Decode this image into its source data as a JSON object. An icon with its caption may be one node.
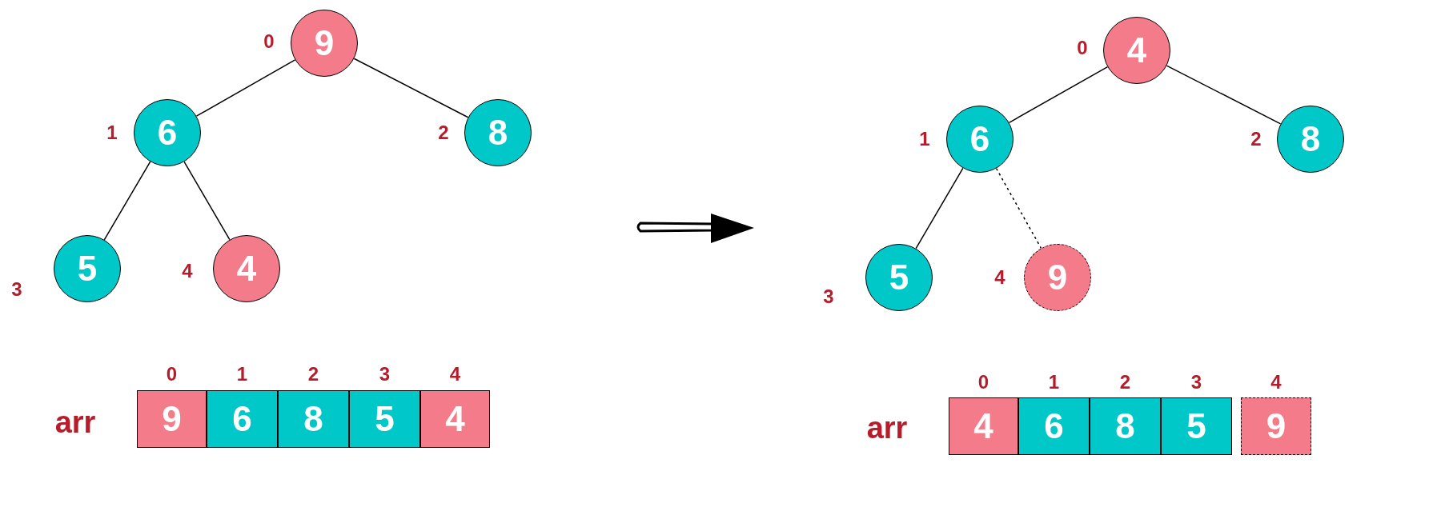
{
  "diagram": {
    "nodes": [
      {
        "text": [
          "9"
        ],
        "beside": [
          "0"
        ]
      },
      {
        "text": [
          "6"
        ],
        "beside": [
          "1"
        ]
      },
      {
        "text": [
          "8"
        ],
        "beside": [
          "2"
        ]
      },
      {
        "text": [
          "5"
        ],
        "beside": [
          "3"
        ]
      },
      {
        "text": [
          "4"
        ],
        "beside": [
          "4"
        ]
      },
      {
        "text": [
          "9"
        ],
        "beside": [
          "0"
        ]
      },
      {
        "text": [
          "6"
        ],
        "beside": [
          "1"
        ]
      },
      {
        "text": [
          "8"
        ],
        "beside": [
          "2"
        ]
      },
      {
        "text": [
          "5"
        ],
        "beside": [
          "3"
        ]
      },
      {
        "text": [
          "4"
        ],
        "beside": [
          "4"
        ]
      },
      {
        "text": [
          "4"
        ],
        "beside": [
          "0"
        ]
      },
      {
        "text": [
          "6"
        ],
        "beside": [
          "1"
        ]
      },
      {
        "text": [
          "8"
        ],
        "beside": [
          "2"
        ]
      },
      {
        "text": [
          "5"
        ],
        "beside": [
          "3"
        ]
      },
      {
        "text": [
          "9"
        ],
        "beside": [
          "4"
        ]
      },
      {
        "text": [
          "4"
        ],
        "beside": [
          "0"
        ]
      },
      {
        "text": [
          "6"
        ],
        "beside": [
          "1"
        ]
      },
      {
        "text": [
          "8"
        ],
        "beside": [
          "2"
        ]
      },
      {
        "text": [
          "5"
        ],
        "beside": [
          "3"
        ]
      },
      {
        "text": [
          "9"
        ],
        "beside": [
          "4"
        ]
      }
    ],
    "edges": [
      {
        "from": 0,
        "to": 1,
        "arrow": "none"
      },
      {
        "from": 0,
        "to": 2,
        "arrow": "none"
      },
      {
        "from": 1,
        "to": 3,
        "arrow": "none"
      },
      {
        "from": 1,
        "to": 4,
        "arrow": "none"
      },
      {
        "from": 10,
        "to": 11,
        "arrow": "none"
      },
      {
        "from": 10,
        "to": 12,
        "arrow": "none"
      },
      {
        "from": 11,
        "to": 13,
        "arrow": "none"
      },
      {
        "from": 11,
        "to": 14,
        "arrow": "none",
        "style": "dashed"
      }
    ],
    "labels": [
      "arr",
      "arr"
    ]
  }
}
